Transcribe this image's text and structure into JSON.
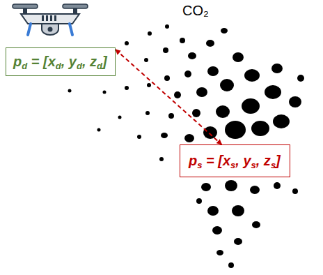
{
  "diagram": {
    "nodes": [
      {
        "text": [
          "pd = [xd, yd, zd]"
        ]
      },
      {
        "text": [
          "ps = [xs, ys, zs]"
        ]
      }
    ],
    "edges": [
      {
        "from": 0,
        "to": 1,
        "arrow": "both"
      }
    ],
    "labels": [
      "CO₂"
    ]
  }
}
